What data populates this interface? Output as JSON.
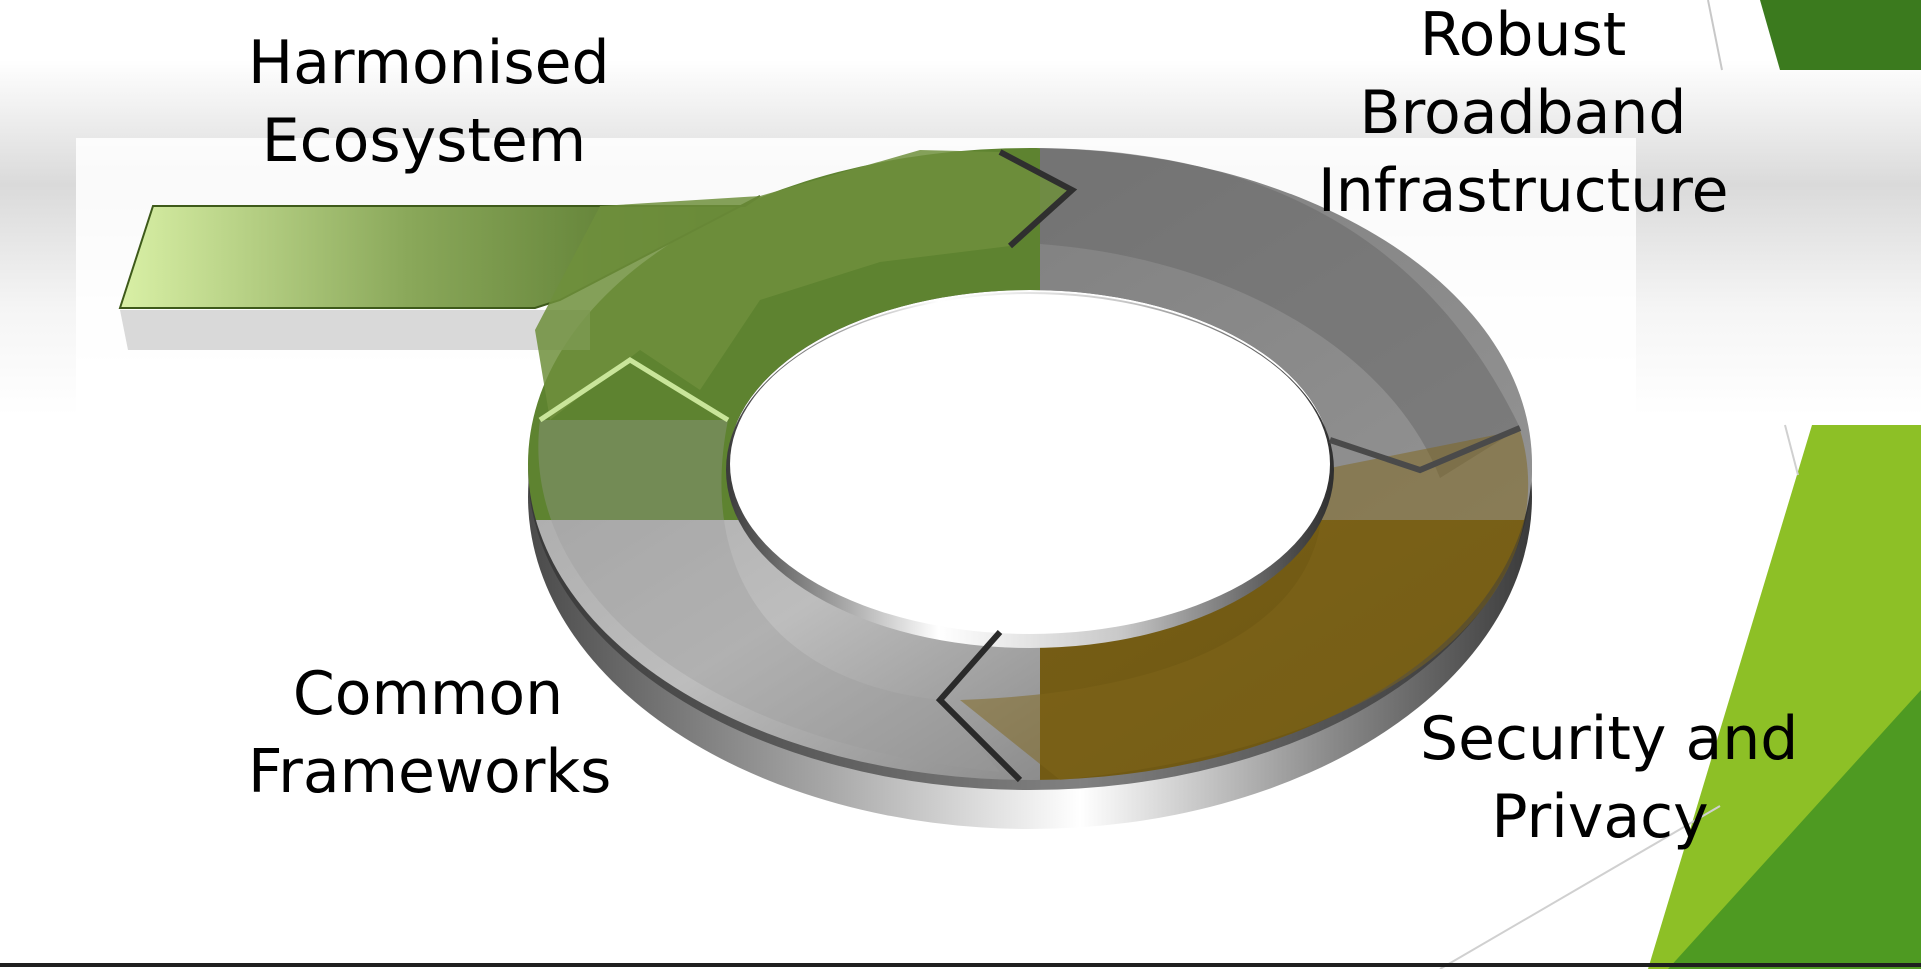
{
  "diagram": {
    "segments": [
      {
        "id": "harmonised",
        "label_lines": [
          "Harmonised",
          "Ecosystem"
        ],
        "color": "#5e8330",
        "highlight": true
      },
      {
        "id": "robust",
        "label_lines": [
          "Robust",
          "Broadband",
          "Infrastructure"
        ],
        "color": "#6f6f6f",
        "highlight": false
      },
      {
        "id": "security",
        "label_lines": [
          "Security and",
          "Privacy"
        ],
        "color": "#7a6216",
        "highlight": true
      },
      {
        "id": "common",
        "label_lines": [
          "Common",
          "Frameworks"
        ],
        "color": "#8a8a8a",
        "highlight": false
      }
    ],
    "colors": {
      "accent_green": "#8dc026",
      "dark_green": "#3b7a1e",
      "ring_gray": "#7a7a7a",
      "ring_gold": "#7a6216",
      "ring_green": "#5e8330"
    }
  }
}
